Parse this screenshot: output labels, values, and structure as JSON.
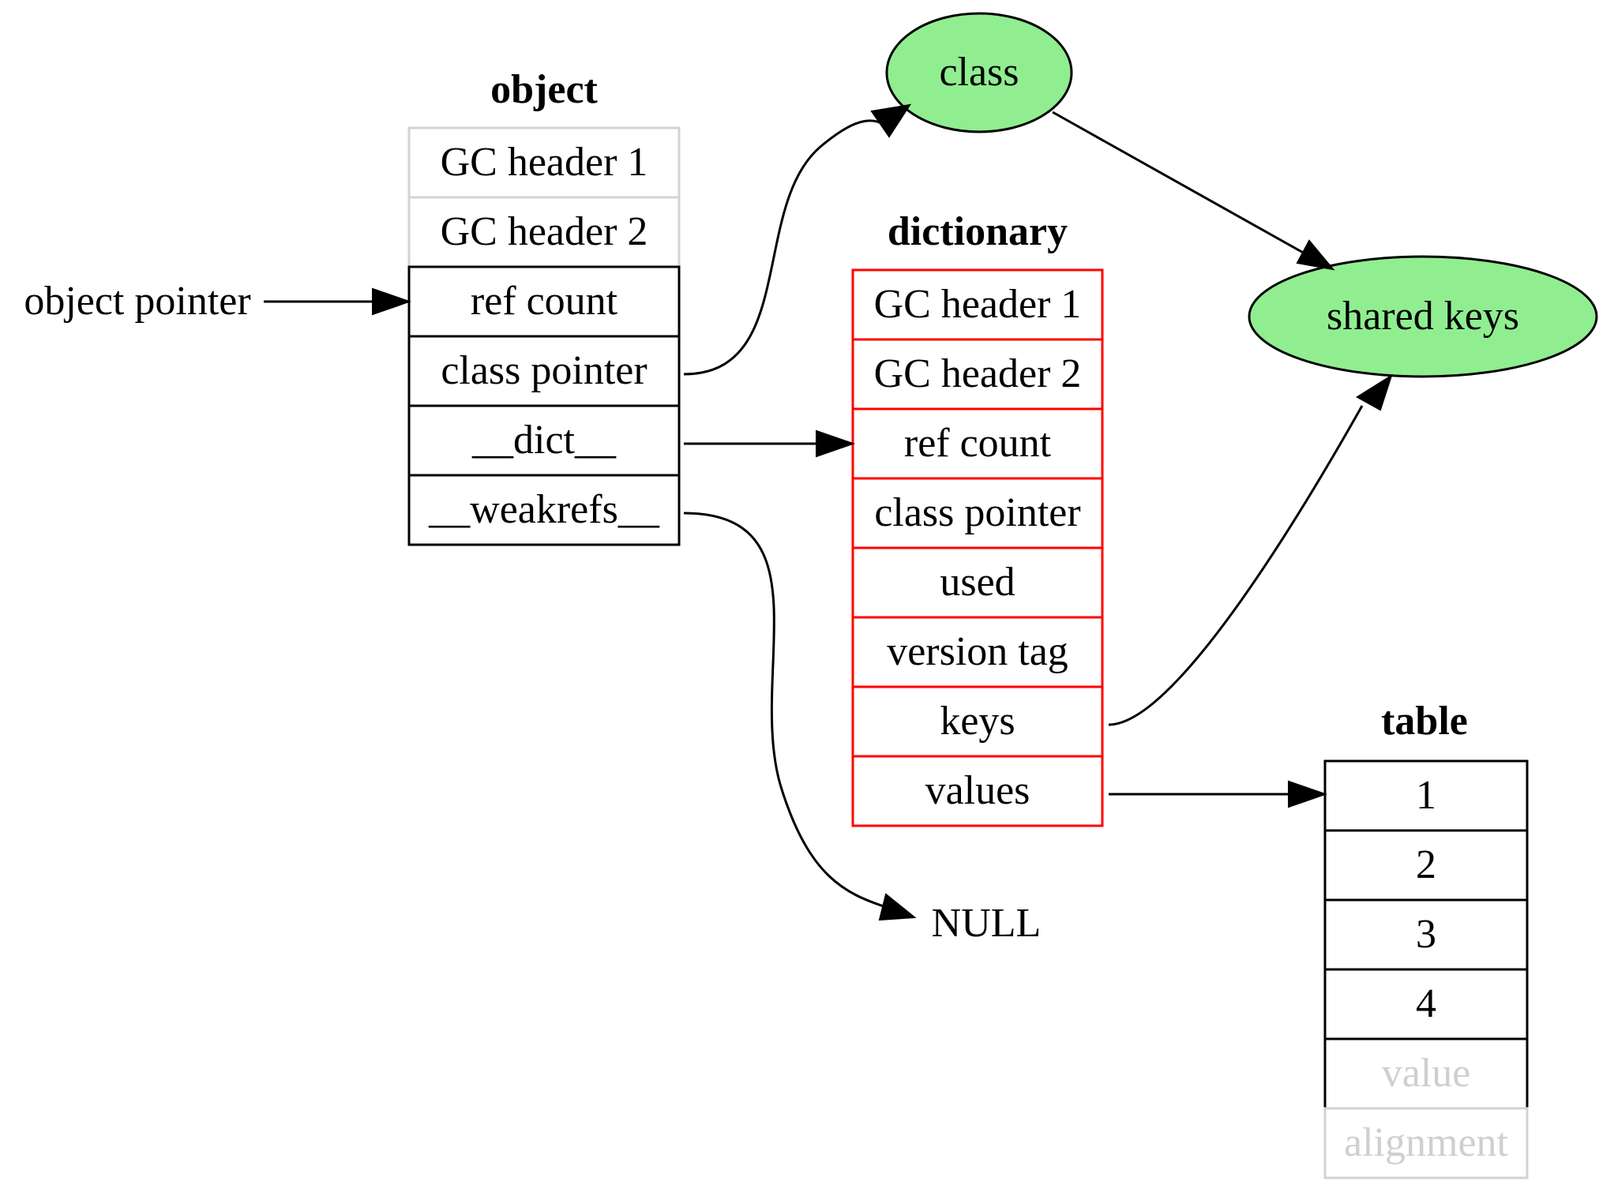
{
  "object": {
    "title": "object",
    "rows": [
      "GC header 1",
      "GC header 2",
      "ref count",
      "class pointer",
      "__dict__",
      "__weakrefs__"
    ]
  },
  "dictionary": {
    "title": "dictionary",
    "rows": [
      "GC header 1",
      "GC header 2",
      "ref count",
      "class pointer",
      "used",
      "version tag",
      "keys",
      "values"
    ]
  },
  "table": {
    "title": "table",
    "rows": [
      "1",
      "2",
      "3",
      "4",
      "value",
      "alignment"
    ]
  },
  "nodes": {
    "class": "class",
    "shared_keys": "shared keys",
    "object_pointer": "object pointer",
    "null": "NULL"
  },
  "colors": {
    "grey_border": "#d3d3d3",
    "black_border": "#000000",
    "red_border": "#ff0000",
    "ellipse_fill": "#90ee90",
    "faded_text": "#cfcfcf"
  }
}
